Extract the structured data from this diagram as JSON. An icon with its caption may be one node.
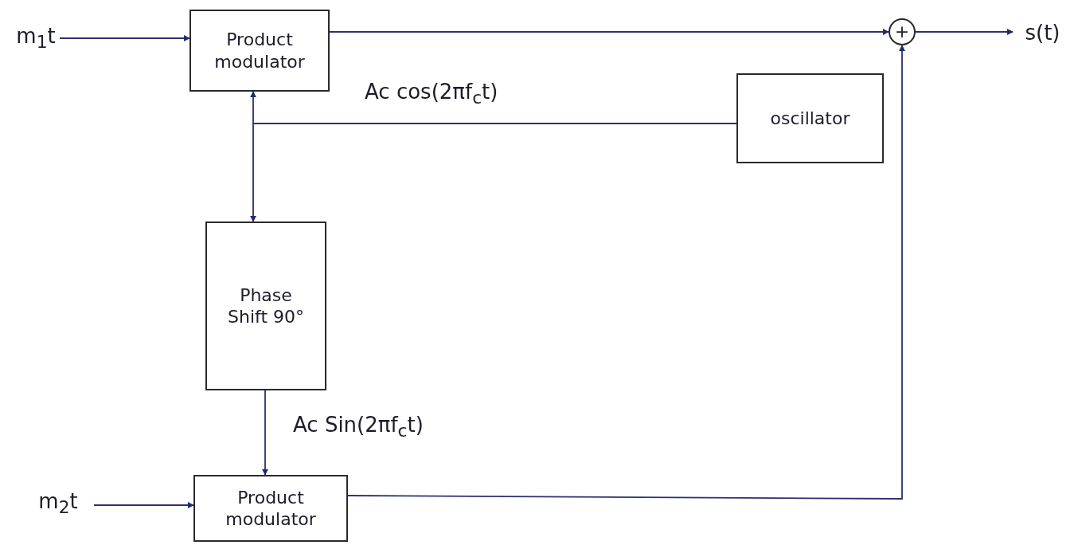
{
  "diagram": {
    "nodes": [
      {
        "text": [
          "m$_{1}$t"
        ]
      },
      {
        "text": [
          "Product modulator"
        ]
      },
      {
        "text": [
          "+"
        ]
      },
      {
        "text": [
          "s(t)"
        ]
      },
      {
        "text": [
          "oscillator"
        ]
      },
      {
        "text": [
          "Phase Shift 90°"
        ]
      },
      {
        "text": [
          "m$_{2}$t"
        ]
      },
      {
        "text": [
          "Product modulator"
        ]
      }
    ],
    "edges": [
      {
        "from": 0,
        "to": 1,
        "arrow": "to"
      },
      {
        "from": 1,
        "to": 2,
        "arrow": "to"
      },
      {
        "from": 2,
        "to": 3,
        "arrow": "to"
      },
      {
        "from": 4,
        "to": 1,
        "arrow": "to",
        "label": "Ac cos(2πf$_{c}$t)"
      },
      {
        "from": 4,
        "to": 5,
        "arrow": "to"
      },
      {
        "from": 5,
        "to": 7,
        "arrow": "to",
        "label": "Ac Sin(2πf$_{c}$t)"
      },
      {
        "from": 6,
        "to": 7,
        "arrow": "to"
      },
      {
        "from": 7,
        "to": 2,
        "arrow": "to"
      }
    ]
  }
}
